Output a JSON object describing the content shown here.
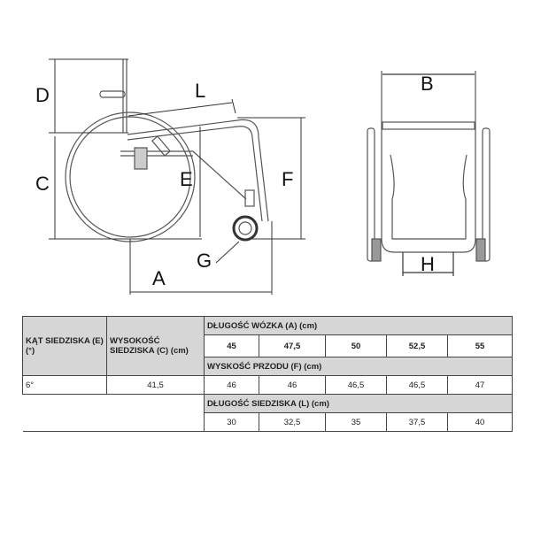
{
  "diagram": {
    "labels": {
      "A": "A",
      "B": "B",
      "C": "C",
      "D": "D",
      "E": "E",
      "F": "F",
      "G": "G",
      "H": "H",
      "L": "L"
    }
  },
  "table": {
    "seat_angle_header": "KĄT SIEDZISKA (E) (°)",
    "seat_height_header": "WYSOKOŚĆ SIEDZISKA (C) (cm)",
    "length_header": "DŁUGOŚĆ WÓZKA (A) (cm)",
    "lengths": [
      "45",
      "47,5",
      "50",
      "52,5",
      "55"
    ],
    "front_height_header": "WYSKOŚĆ PRZODU (F) (cm)",
    "seat_angle": "6°",
    "seat_height": "41,5",
    "front_heights": [
      "46",
      "46",
      "46,5",
      "46,5",
      "47"
    ],
    "seat_length_header": "DŁUGOŚĆ SIEDZISKA (L) (cm)",
    "seat_lengths": [
      "30",
      "32,5",
      "35",
      "37,5",
      "40"
    ]
  }
}
